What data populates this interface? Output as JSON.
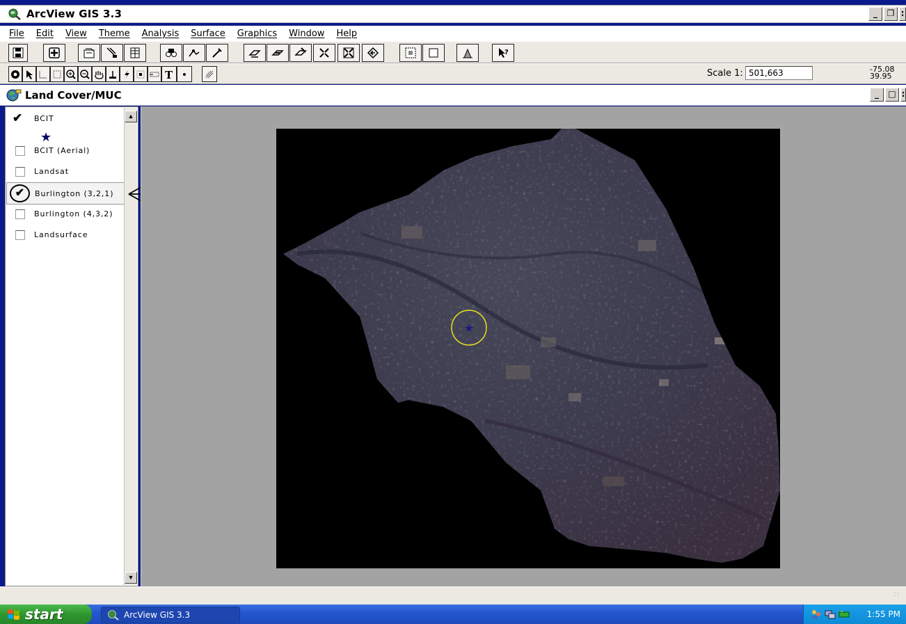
{
  "window": {
    "title": "ArcView GIS 3.3"
  },
  "menu": [
    "File",
    "Edit",
    "View",
    "Theme",
    "Analysis",
    "Surface",
    "Graphics",
    "Window",
    "Help"
  ],
  "toolbar": {
    "scale_label": "Scale 1:",
    "scale_value": "501,663",
    "coord_x": "-75.08",
    "coord_y": "39.95"
  },
  "view": {
    "title": "Land Cover/MUC",
    "themes": [
      {
        "label": "BCIT",
        "checked": true
      },
      {
        "label": "BCIT (Aerial)",
        "checked": false
      },
      {
        "label": "Landsat",
        "checked": false
      },
      {
        "label": "Burlington (3,2,1)",
        "checked": true
      },
      {
        "label": "Burlington (4,3,2)",
        "checked": false
      },
      {
        "label": "Landsurface",
        "checked": false
      }
    ]
  },
  "taskbar": {
    "start_label": "start",
    "task_label": "ArcView GIS 3.3",
    "clock": "1:55 PM"
  },
  "colors": {
    "desktop": "#0b1a8a",
    "map_bg": "#a3a3a3",
    "highlight_circle": "#e8e020",
    "star": "#1a1a7a"
  }
}
